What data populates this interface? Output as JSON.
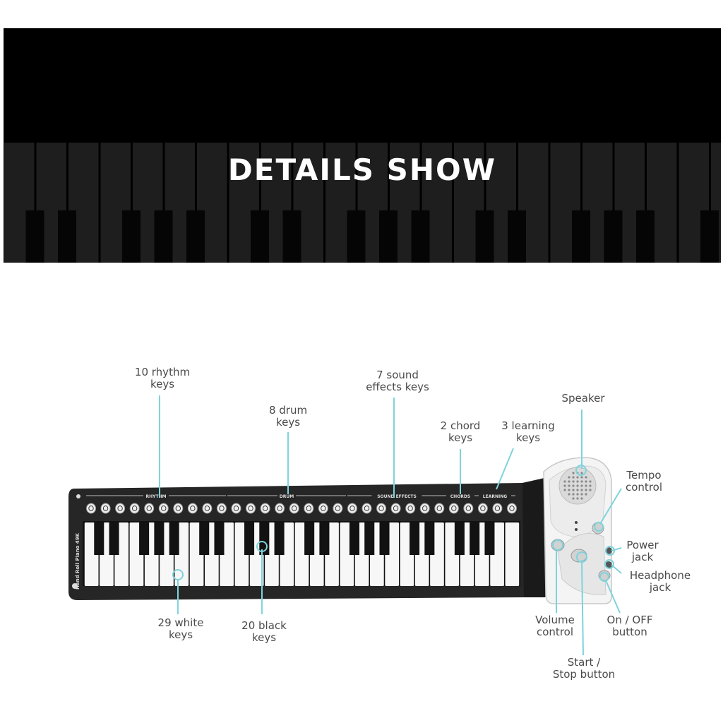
{
  "banner": {
    "title": "DETAILS SHOW"
  },
  "piano": {
    "brand_text": "Hand Roll Piano 49K",
    "section_labels": [
      "RHYTHM",
      "DRUM",
      "SOUND EFFECTS",
      "CHORDS",
      "LEARNING"
    ]
  },
  "labels": {
    "rhythm": [
      "10 rhythm",
      "keys"
    ],
    "drum": [
      "8 drum",
      "keys"
    ],
    "sound": [
      "7 sound",
      "effects keys"
    ],
    "chord": [
      "2 chord",
      "keys"
    ],
    "learning": [
      "3 learning",
      "keys"
    ],
    "speaker": [
      "Speaker"
    ],
    "tempo": [
      "Tempo",
      "control"
    ],
    "power": [
      "Power",
      "jack"
    ],
    "headphone": [
      "Headphone",
      "jack"
    ],
    "onoff": [
      "On / OFF",
      "button"
    ],
    "volume": [
      "Volume",
      "control"
    ],
    "startstop": [
      "Start /",
      "Stop button"
    ],
    "white": [
      "29 white",
      "keys"
    ],
    "black": [
      "20 black",
      "keys"
    ]
  },
  "colors": {
    "callout": "#7fd3dc",
    "label_text": "#4a4a4a",
    "banner_bg": "#000000",
    "mat": "#262626"
  }
}
